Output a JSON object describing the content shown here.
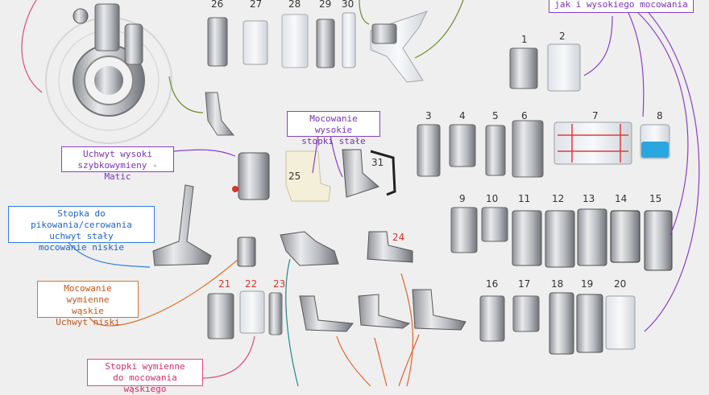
{
  "labels": {
    "top_right": "jak i wysokiego mocowania",
    "high_fixed": [
      "Mocowanie wysokie",
      "stopki stałe"
    ],
    "high_holder": [
      "Uchwyt wysoki",
      "szybkowymieny - Matic"
    ],
    "quilting": [
      "Stopka do pikowania/cerowania",
      "uchwyt stały",
      "mocowanie niskie"
    ],
    "narrow_low": [
      "Mocowanie wymienne",
      "wąskie",
      "Uchwyt niski"
    ],
    "narrow_feet": [
      "Stopki wymienne",
      "do mocowania wąskiego"
    ]
  },
  "numbers": {
    "n1": "1",
    "n2": "2",
    "n3": "3",
    "n4": "4",
    "n5": "5",
    "n6": "6",
    "n7": "7",
    "n8": "8",
    "n9": "9",
    "n10": "10",
    "n11": "11",
    "n12": "12",
    "n13": "13",
    "n14": "14",
    "n15": "15",
    "n16": "16",
    "n17": "17",
    "n18": "18",
    "n19": "19",
    "n20": "20",
    "n21": "21",
    "n22": "22",
    "n23": "23",
    "n24": "24",
    "n25": "25",
    "n26": "26",
    "n27": "27",
    "n28": "28",
    "n29": "29",
    "n30": "30",
    "n31": "31"
  },
  "colors": {
    "purple": "#8a3fc7",
    "blue": "#2f7de0",
    "orange": "#e8602a",
    "pink": "#e04a7a",
    "green": "#6e8a2a",
    "teal": "#1a8a8a",
    "red_number": "#d9362b",
    "blue_foot": "#2aa6e0",
    "guide_red": "#e23a3a"
  }
}
